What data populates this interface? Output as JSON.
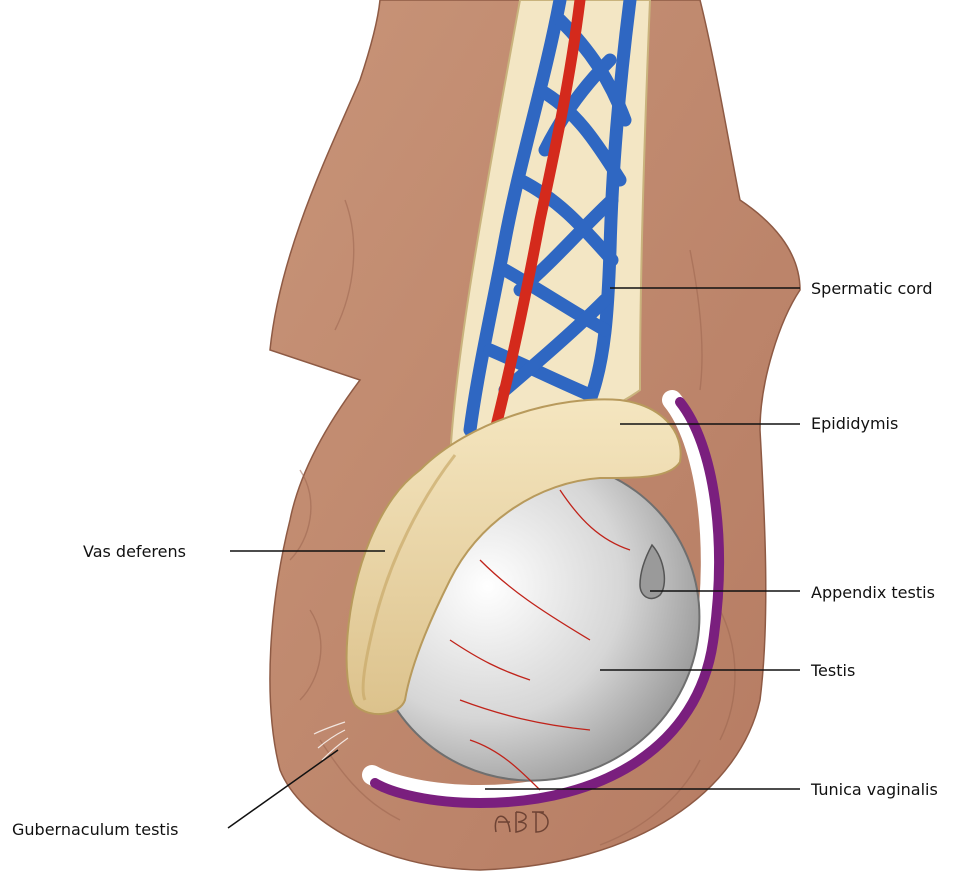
{
  "labels": {
    "spermatic_cord": "Spermatic cord",
    "epididymis": "Epididymis",
    "vas_deferens": "Vas deferens",
    "appendix_testis": "Appendix testis",
    "testis": "Testis",
    "tunica_vaginalis": "Tunica vaginalis",
    "gubernaculum_testis": "Gubernaculum testis"
  },
  "signature": "ABD",
  "colors": {
    "scrotum": "#c08a70",
    "scrotum_shadow": "#a97258",
    "cord": "#f3e6c4",
    "vein": "#2f67c2",
    "artery": "#d42a1c",
    "epididymis": "#ecd7a4",
    "testis": "#d9d9d9",
    "tunica": "#7a1f7e",
    "leader": "#111111"
  }
}
